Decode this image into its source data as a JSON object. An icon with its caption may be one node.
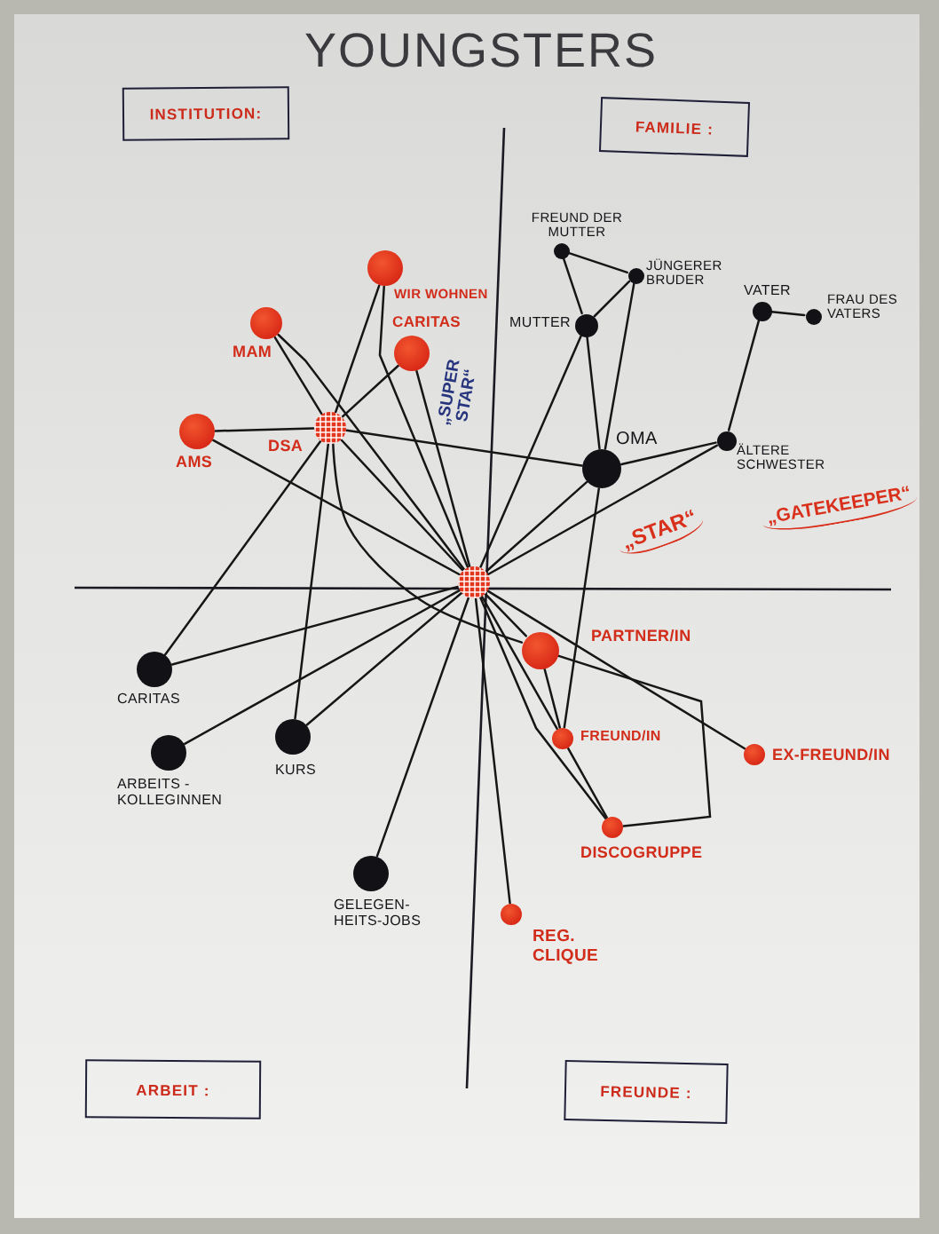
{
  "diagram": {
    "title": "YOUNGSTERS",
    "nodes": [
      {
        "text": [
          "INSTITUTION:"
        ]
      },
      {
        "text": [
          "FAMILIE :"
        ]
      },
      {
        "text": [
          "WIR WOHNEN"
        ]
      },
      {
        "text": [
          "MAM"
        ]
      },
      {
        "text": [
          "CARITAS"
        ]
      },
      {
        "text": [
          "AMS"
        ]
      },
      {
        "text": [
          "DSA"
        ]
      },
      {
        "text": [
          "FREUND DER MUTTER"
        ]
      },
      {
        "text": [
          "JÜNGERER BRUDER"
        ]
      },
      {
        "text": [
          "MUTTER"
        ]
      },
      {
        "text": [
          "VATER"
        ]
      },
      {
        "text": [
          "FRAU DES VATERS"
        ]
      },
      {
        "text": [
          "OMA"
        ]
      },
      {
        "text": [
          "ÄLTERE SCHWESTER"
        ]
      },
      {
        "text": [],
        "shape": "circle"
      },
      {
        "text": [
          "PARTNER/IN"
        ]
      },
      {
        "text": [
          "CARITAS"
        ]
      },
      {
        "text": [
          "FREUND/IN"
        ]
      },
      {
        "text": [
          "KURS"
        ]
      },
      {
        "text": [
          "ARBEITS - KOLLEGINNEN"
        ]
      },
      {
        "text": [
          "EX-FREUND/IN"
        ]
      },
      {
        "text": [
          "DISCOGRUPPE"
        ]
      },
      {
        "text": [
          "GELEGEN- HEITS-JOBS"
        ]
      },
      {
        "text": [
          "REG. CLIQUE"
        ]
      },
      {
        "text": [
          "ARBEIT :"
        ]
      },
      {
        "text": [
          "FREUNDE :"
        ]
      }
    ],
    "edges": [
      {
        "from": 5,
        "to": 6,
        "arrow": "none"
      },
      {
        "from": 5,
        "to": 14,
        "arrow": "none"
      },
      {
        "from": 3,
        "to": 6,
        "arrow": "none"
      },
      {
        "from": 3,
        "to": 14,
        "arrow": "none"
      },
      {
        "from": 2,
        "to": 6,
        "arrow": "none"
      },
      {
        "from": 2,
        "to": 14,
        "arrow": "none"
      },
      {
        "from": 4,
        "to": 6,
        "arrow": "none"
      },
      {
        "from": 4,
        "to": 14,
        "arrow": "none"
      },
      {
        "from": 6,
        "to": 14,
        "arrow": "none"
      },
      {
        "from": 6,
        "to": 12,
        "arrow": "none"
      },
      {
        "from": 6,
        "to": 16,
        "arrow": "none"
      },
      {
        "from": 6,
        "to": 18,
        "arrow": "none"
      },
      {
        "from": 6,
        "to": 15,
        "arrow": "none"
      },
      {
        "from": 7,
        "to": 9,
        "arrow": "none"
      },
      {
        "from": 7,
        "to": 8,
        "arrow": "none"
      },
      {
        "from": 8,
        "to": 9,
        "arrow": "none"
      },
      {
        "from": 8,
        "to": 12,
        "arrow": "none"
      },
      {
        "from": 9,
        "to": 12,
        "arrow": "none"
      },
      {
        "from": 9,
        "to": 14,
        "arrow": "none"
      },
      {
        "from": 10,
        "to": 11,
        "arrow": "none"
      },
      {
        "from": 10,
        "to": 13,
        "arrow": "none"
      },
      {
        "from": 13,
        "to": 12,
        "arrow": "none"
      },
      {
        "from": 13,
        "to": 14,
        "arrow": "none"
      },
      {
        "from": 12,
        "to": 14,
        "arrow": "none"
      },
      {
        "from": 12,
        "to": 17,
        "arrow": "none"
      },
      {
        "from": 16,
        "to": 14,
        "arrow": "none"
      },
      {
        "from": 19,
        "to": 14,
        "arrow": "none"
      },
      {
        "from": 18,
        "to": 14,
        "arrow": "none"
      },
      {
        "from": 22,
        "to": 14,
        "arrow": "none"
      },
      {
        "from": 14,
        "to": 23,
        "arrow": "none"
      },
      {
        "from": 14,
        "to": 15,
        "arrow": "none"
      },
      {
        "from": 15,
        "to": 17,
        "arrow": "none"
      },
      {
        "from": 14,
        "to": 20,
        "arrow": "none"
      },
      {
        "from": 14,
        "to": 17,
        "arrow": "none"
      },
      {
        "from": 17,
        "to": 21,
        "arrow": "none"
      },
      {
        "from": 14,
        "to": 21,
        "arrow": "none"
      },
      {
        "from": 15,
        "to": 21,
        "arrow": "none"
      }
    ],
    "labels": [
      "„SUPER STAR“",
      "„GATEKEEPER“",
      "„STAR“"
    ]
  }
}
